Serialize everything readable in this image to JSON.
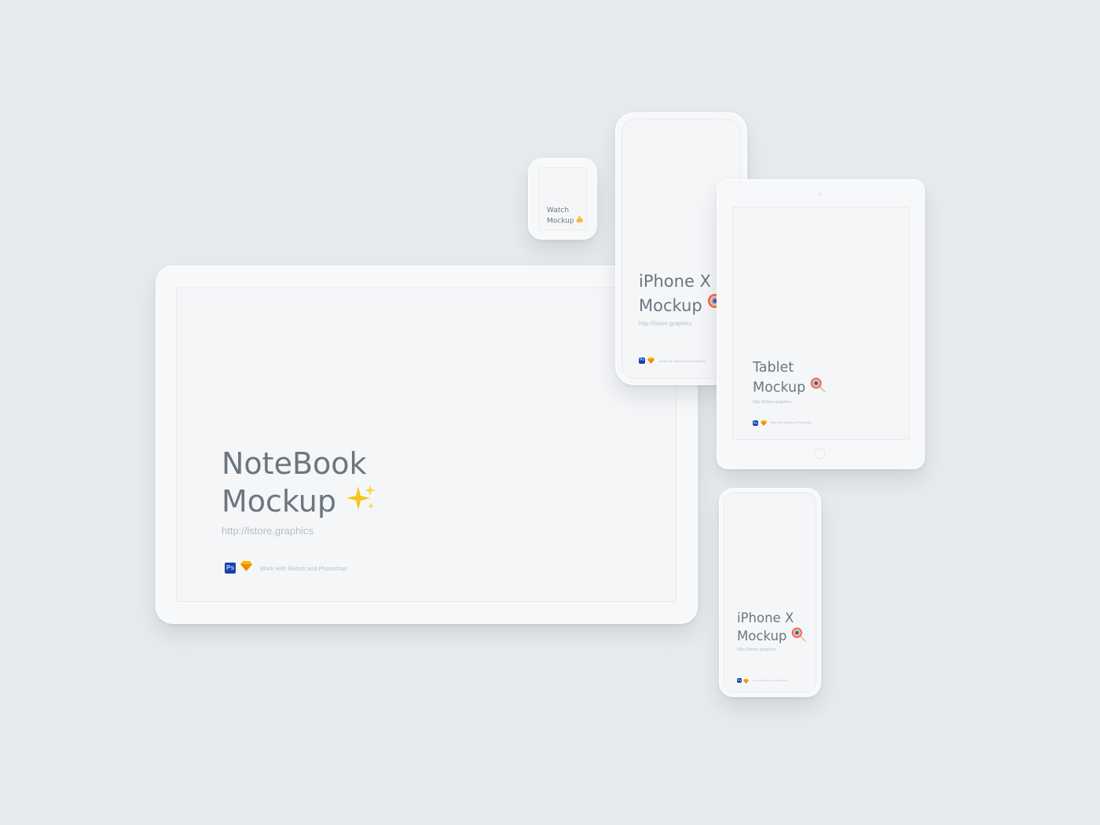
{
  "notebook": {
    "title_line1": "NoteBook",
    "title_line2": "Mockup",
    "emoji": "sparkles-icon",
    "url": "http://lstore.graphics",
    "ps_label": "Ps",
    "tools_text": "Work with Sketch and Photoshop"
  },
  "watch": {
    "title_line1": "Watch",
    "title_line2": "Mockup",
    "emoji": "flexed-biceps-icon"
  },
  "iphone_top": {
    "title_line1": "iPhone X",
    "title_line2": "Mockup",
    "emoji": "lollipop-icon",
    "url": "http://lstore.graphics",
    "ps_label": "Ps",
    "tools_text": "Work with Sketch and Photoshop"
  },
  "tablet": {
    "title_line1": "Tablet",
    "title_line2": "Mockup",
    "emoji": "lollipop-icon",
    "url": "http://lstore.graphics",
    "ps_label": "Ps",
    "tools_text": "Work with Sketch and Photoshop"
  },
  "iphone_bottom": {
    "title_line1": "iPhone X",
    "title_line2": "Mockup",
    "emoji": "lollipop-icon",
    "url": "http://lstore.graphics",
    "ps_label": "Ps",
    "tools_text": "Work with Sketch and Photoshop"
  },
  "colors": {
    "background": "#e8ebee",
    "device": "#f7f8f9",
    "title_text": "#6a7680",
    "muted_text": "#b8bec4",
    "photoshop_blue": "#1c3fa8",
    "sketch_orange": "#f7b500"
  }
}
